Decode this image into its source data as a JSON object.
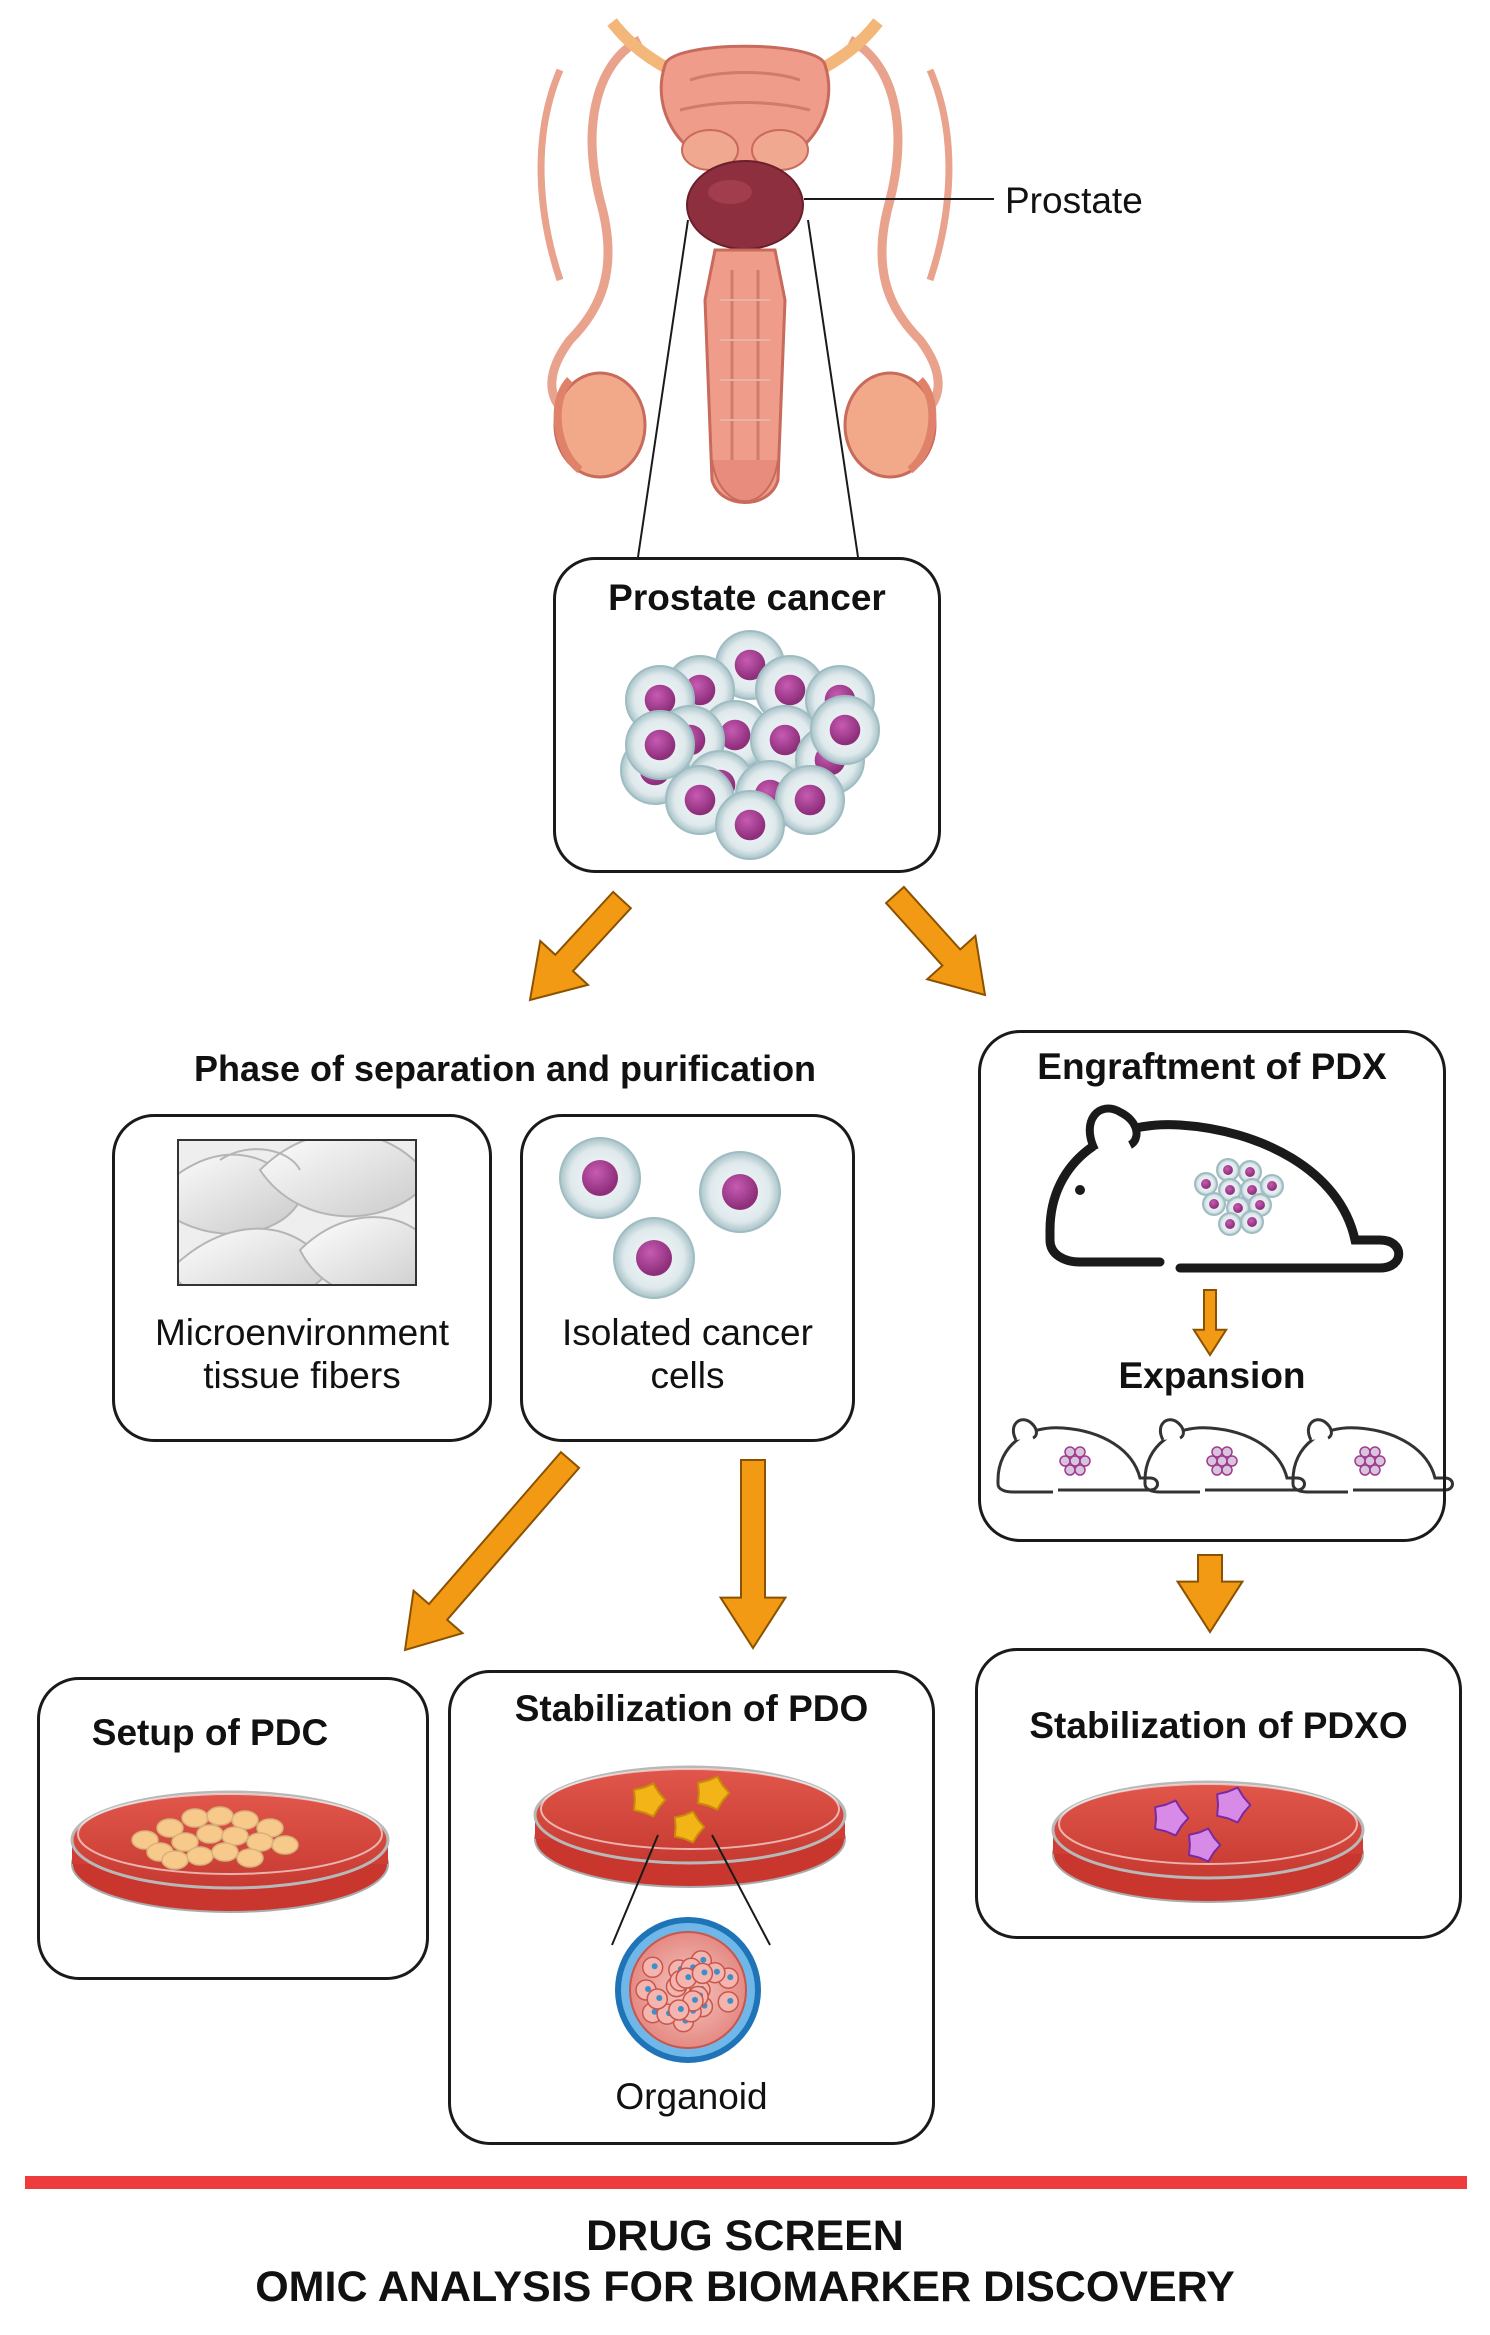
{
  "anatomy": {
    "prostate_label": "Prostate"
  },
  "tumor": {
    "title": "Prostate cancer"
  },
  "separation": {
    "heading": "Phase of separation and purification",
    "fibers_label_line1": "Microenvironment",
    "fibers_label_line2": "tissue fibers",
    "cells_label_line1": "Isolated cancer",
    "cells_label_line2": "cells"
  },
  "pdx": {
    "title": "Engraftment of PDX",
    "expansion": "Expansion"
  },
  "pdc": {
    "title": "Setup of PDC"
  },
  "pdo": {
    "title": "Stabilization of PDO",
    "organoid": "Organoid"
  },
  "pdxo": {
    "title": "Stabilization of PDXO"
  },
  "footer": {
    "line1": "DRUG SCREEN",
    "line2": "OMIC ANALYSIS FOR BIOMARKER DISCOVERY"
  },
  "colors": {
    "arrow": "#F39A14",
    "arrow_stroke": "#8a5200",
    "divider": "#EE3B3B",
    "nucleus": "#A23A8E",
    "dish": "#D9453B",
    "pdc_cells": "#F7C98A",
    "organoid_clumps": "#F2B417",
    "pdxo_clumps": "#D88BE6"
  }
}
